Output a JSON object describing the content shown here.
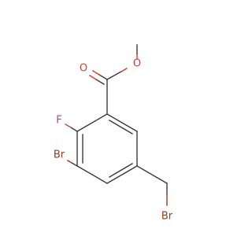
{
  "molecule": {
    "atoms": {
      "o_carbonyl": {
        "symbol": "O",
        "color": "#e03a2a"
      },
      "o_ester": {
        "symbol": "O",
        "color": "#e03a2a"
      },
      "f": {
        "symbol": "F",
        "color": "#b0409a"
      },
      "br_ring": {
        "symbol": "Br",
        "color": "#9a3a1e"
      },
      "br_methyl": {
        "symbol": "Br",
        "color": "#9a3a1e"
      }
    },
    "colors": {
      "bond": "#3a3a3a",
      "background": "#ffffff"
    }
  }
}
